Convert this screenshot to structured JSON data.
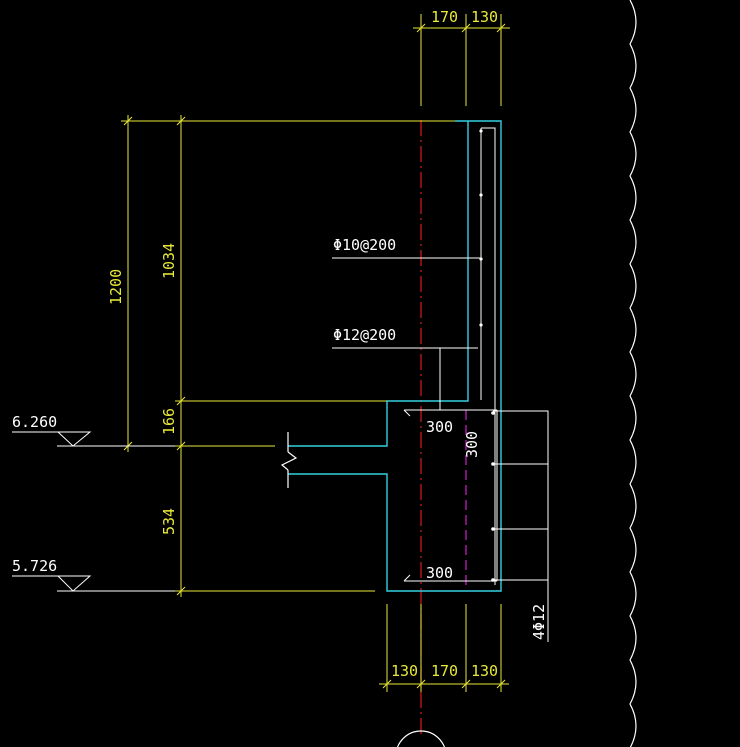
{
  "colors": {
    "background": "#000000",
    "outline": "#33d0e0",
    "dimension": "#e8e83a",
    "axis": "#e01818",
    "leader": "#ffffff",
    "secondary_axis": "#d020d0"
  },
  "top_dims": [
    "170",
    "130"
  ],
  "bottom_dims": [
    "130",
    "170",
    "130"
  ],
  "left_dims": {
    "total": "1200",
    "upper": "1034",
    "middle": "166",
    "lower": "534"
  },
  "elevations": {
    "upper": "6.260",
    "lower": "5.726"
  },
  "rebar": {
    "distribution": "Φ10@200",
    "vertical": "Φ12@200",
    "longitudinal": "4Φ12"
  },
  "beam_labels": {
    "top_width": "300",
    "height": "300",
    "bottom_width": "300"
  }
}
